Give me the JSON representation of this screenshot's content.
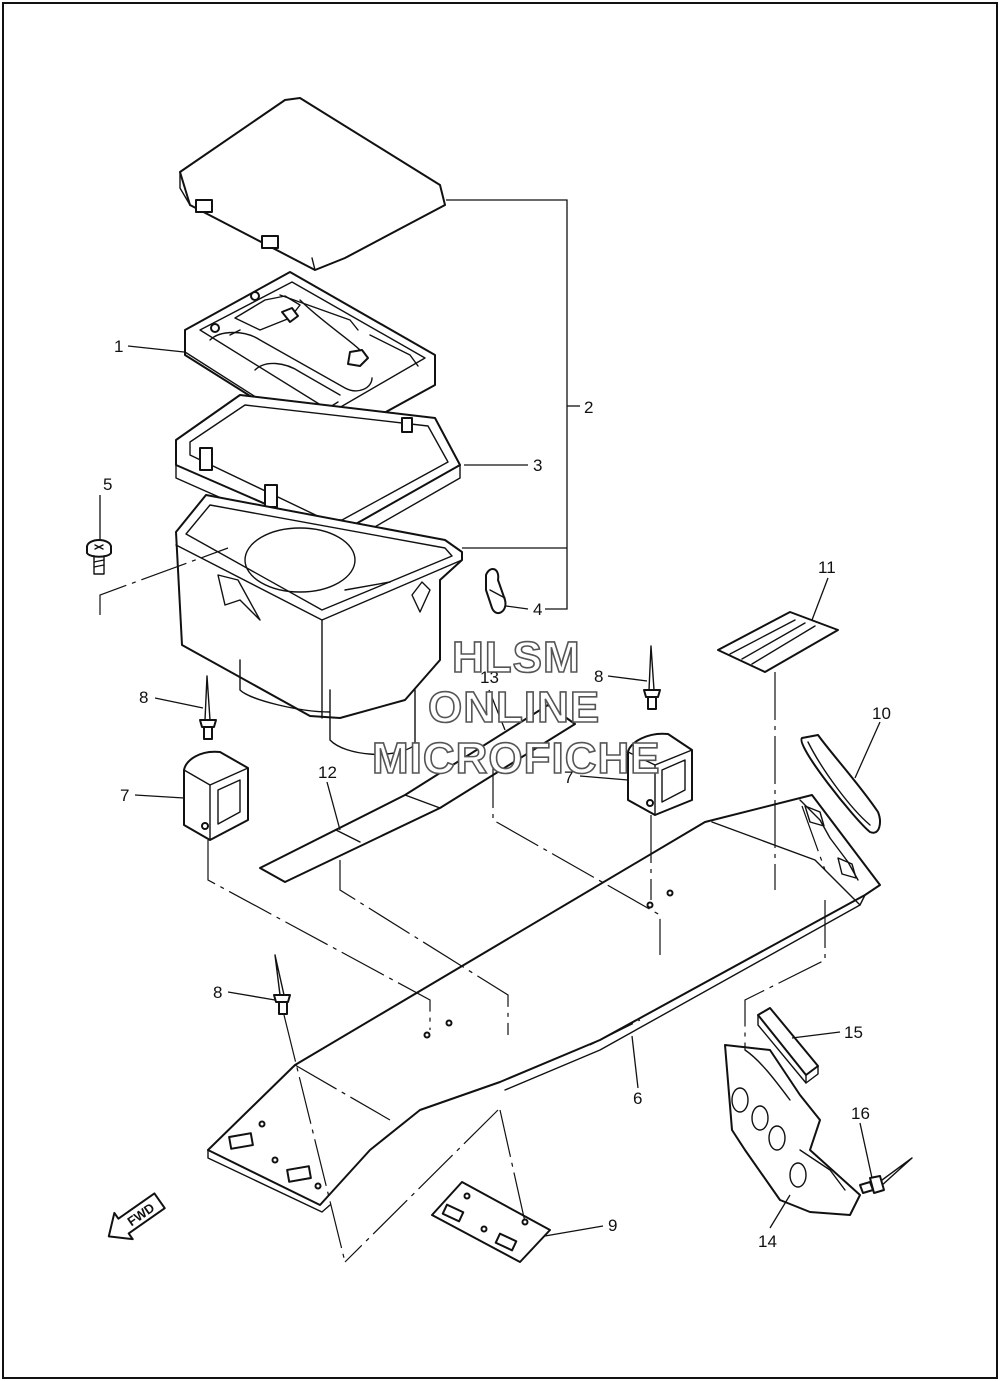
{
  "watermark": {
    "line1": "HLSM",
    "line2": "ONLINE",
    "line3": "MICROFICHE"
  },
  "direction_arrow": {
    "label": "FWD",
    "icon": "forward-arrow-icon"
  },
  "callouts": {
    "c1": "1",
    "c2": "2",
    "c3": "3",
    "c4": "4",
    "c5": "5",
    "c6": "6",
    "c7a": "7",
    "c7b": "7",
    "c8a": "8",
    "c8b": "8",
    "c8c": "8",
    "c9": "9",
    "c10": "10",
    "c11": "11",
    "c12": "12",
    "c13": "13",
    "c14": "14",
    "c15": "15",
    "c16": "16"
  },
  "colors": {
    "line": "#111111",
    "background": "#ffffff",
    "watermark_outline": "#555555"
  }
}
